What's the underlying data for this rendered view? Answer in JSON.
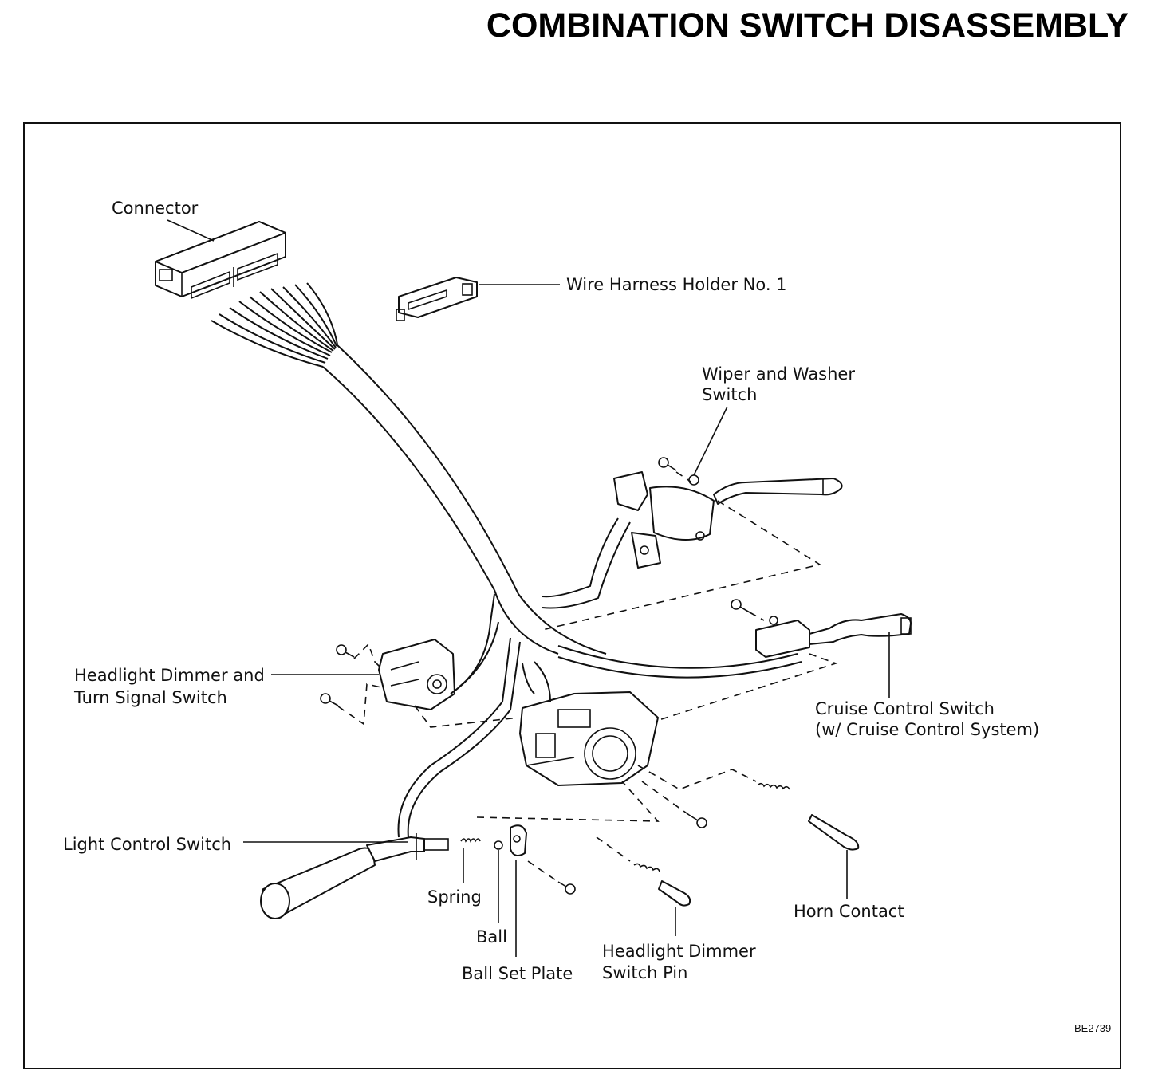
{
  "title": "COMBINATION SWITCH DISASSEMBLY",
  "figure_code": "BE2739",
  "labels": {
    "connector": "Connector",
    "wire_harness_holder": "Wire Harness Holder No. 1",
    "wiper_washer_line1": "Wiper and Washer",
    "wiper_washer_line2": "Switch",
    "headlight_dimmer_turn_line1": "Headlight Dimmer and",
    "headlight_dimmer_turn_line2": "Turn Signal Switch",
    "cruise_control_line1": "Cruise Control Switch",
    "cruise_control_line2": "(w/ Cruise Control System)",
    "light_control_switch": "Light Control Switch",
    "spring": "Spring",
    "ball": "Ball",
    "ball_set_plate": "Ball Set Plate",
    "headlight_dimmer_pin_line1": "Headlight Dimmer",
    "headlight_dimmer_pin_line2": "Switch Pin",
    "horn_contact": "Horn Contact"
  }
}
